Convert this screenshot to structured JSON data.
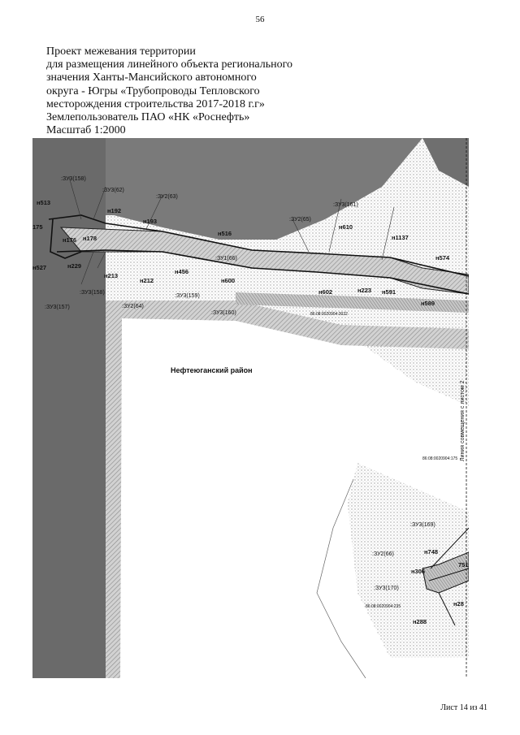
{
  "page_number": "56",
  "title_lines": [
    "Проект межевания территории",
    "для размещения линейного объекта регионального",
    "значения Ханты-Мансийского автономного",
    "округа - Югры «Трубопроводы Тепловского",
    "месторождения строительства 2017-2018 г.г»",
    "Землепользователь ПАО «НК «Роснефть»",
    "Масштаб 1:2000"
  ],
  "map": {
    "district_name": "Нефтеюганский район",
    "junction_line_label": "Линия совмещения с листом 2",
    "parcel_labels": [
      ":ЗУ3(158)",
      ":ЗУ3(62)",
      ":ЗУ2(63)",
      ":ЗУ3(161)",
      ":ЗУ2(65)",
      ":ЗУ1(66)",
      ":ЗУ3(159)",
      ":ЗУ3(160)",
      ":ЗУ3(158)",
      ":ЗУ3(157)",
      ":ЗУ2(64)",
      ":ЗУ3(169)",
      ":ЗУ2(66)",
      ":ЗУ3(170)"
    ],
    "point_labels": [
      "н513",
      "175",
      "н176",
      "н192",
      "н193",
      "н178",
      "н516",
      "н610",
      "н1137",
      "н574",
      "н527",
      "н229",
      "н213",
      "н212",
      "н456",
      "н600",
      "н602",
      "н223",
      "н591",
      "н589",
      "н748",
      "н306",
      "751",
      "н28",
      "н288"
    ],
    "cadastral_numbers": [
      "86:08:0020904:3022",
      "86:08:0020904:175",
      "86:08:0020904:235"
    ]
  },
  "sheet_label": "Лист 14 из 41"
}
